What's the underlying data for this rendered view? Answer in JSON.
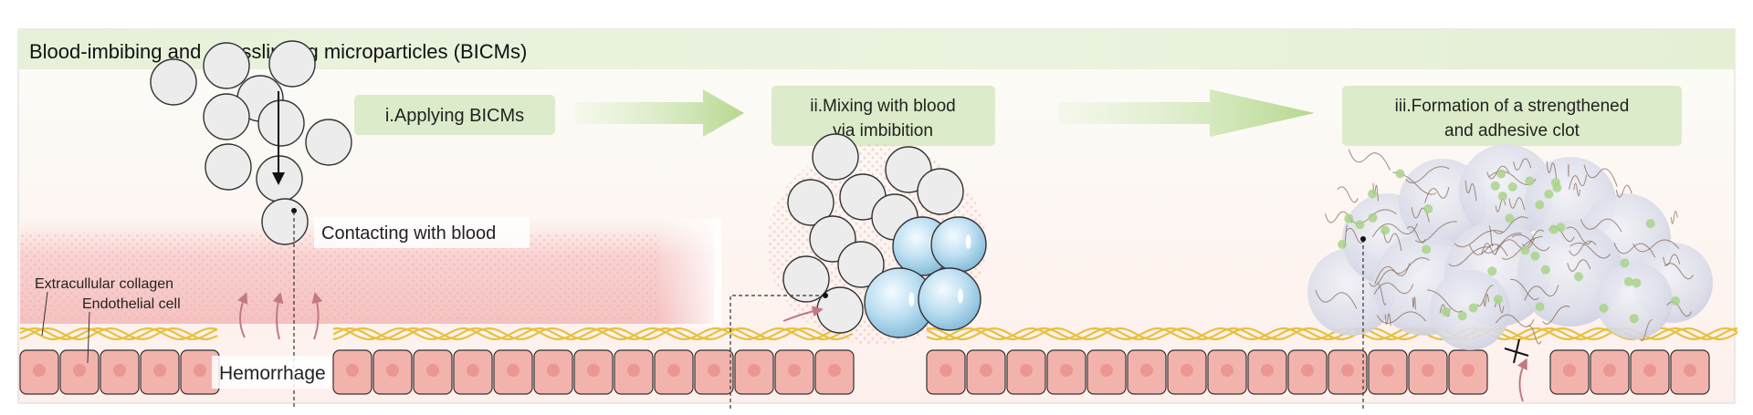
{
  "header": {
    "title": "Blood-imbibing and -crosslinking microparticles (BICMs)"
  },
  "steps": [
    {
      "label": "i.Applying BICMs"
    },
    {
      "line1": "ii.Mixing with blood",
      "line2": "via imbibition"
    },
    {
      "line1": "iii.Formation of a strengthened",
      "line2": "and adhesive clot"
    }
  ],
  "labels": {
    "contact": "Contacting with blood",
    "collagen": "Extracullular collagen",
    "endothelial": "Endothelial cell",
    "hemorrhage": "Hemorrhage"
  },
  "colors": {
    "header_band": "#e8f2dc",
    "step_box": "#dcebc9",
    "arrow": "#bcdc9a",
    "collagen": "#e8c040",
    "cell_fill": "#f3b3ad",
    "cell_nucleus": "#e8908a",
    "blood_tint": "#f5c4c4",
    "particle": "#ececec",
    "swollen_particle": "#a9d4ec"
  }
}
